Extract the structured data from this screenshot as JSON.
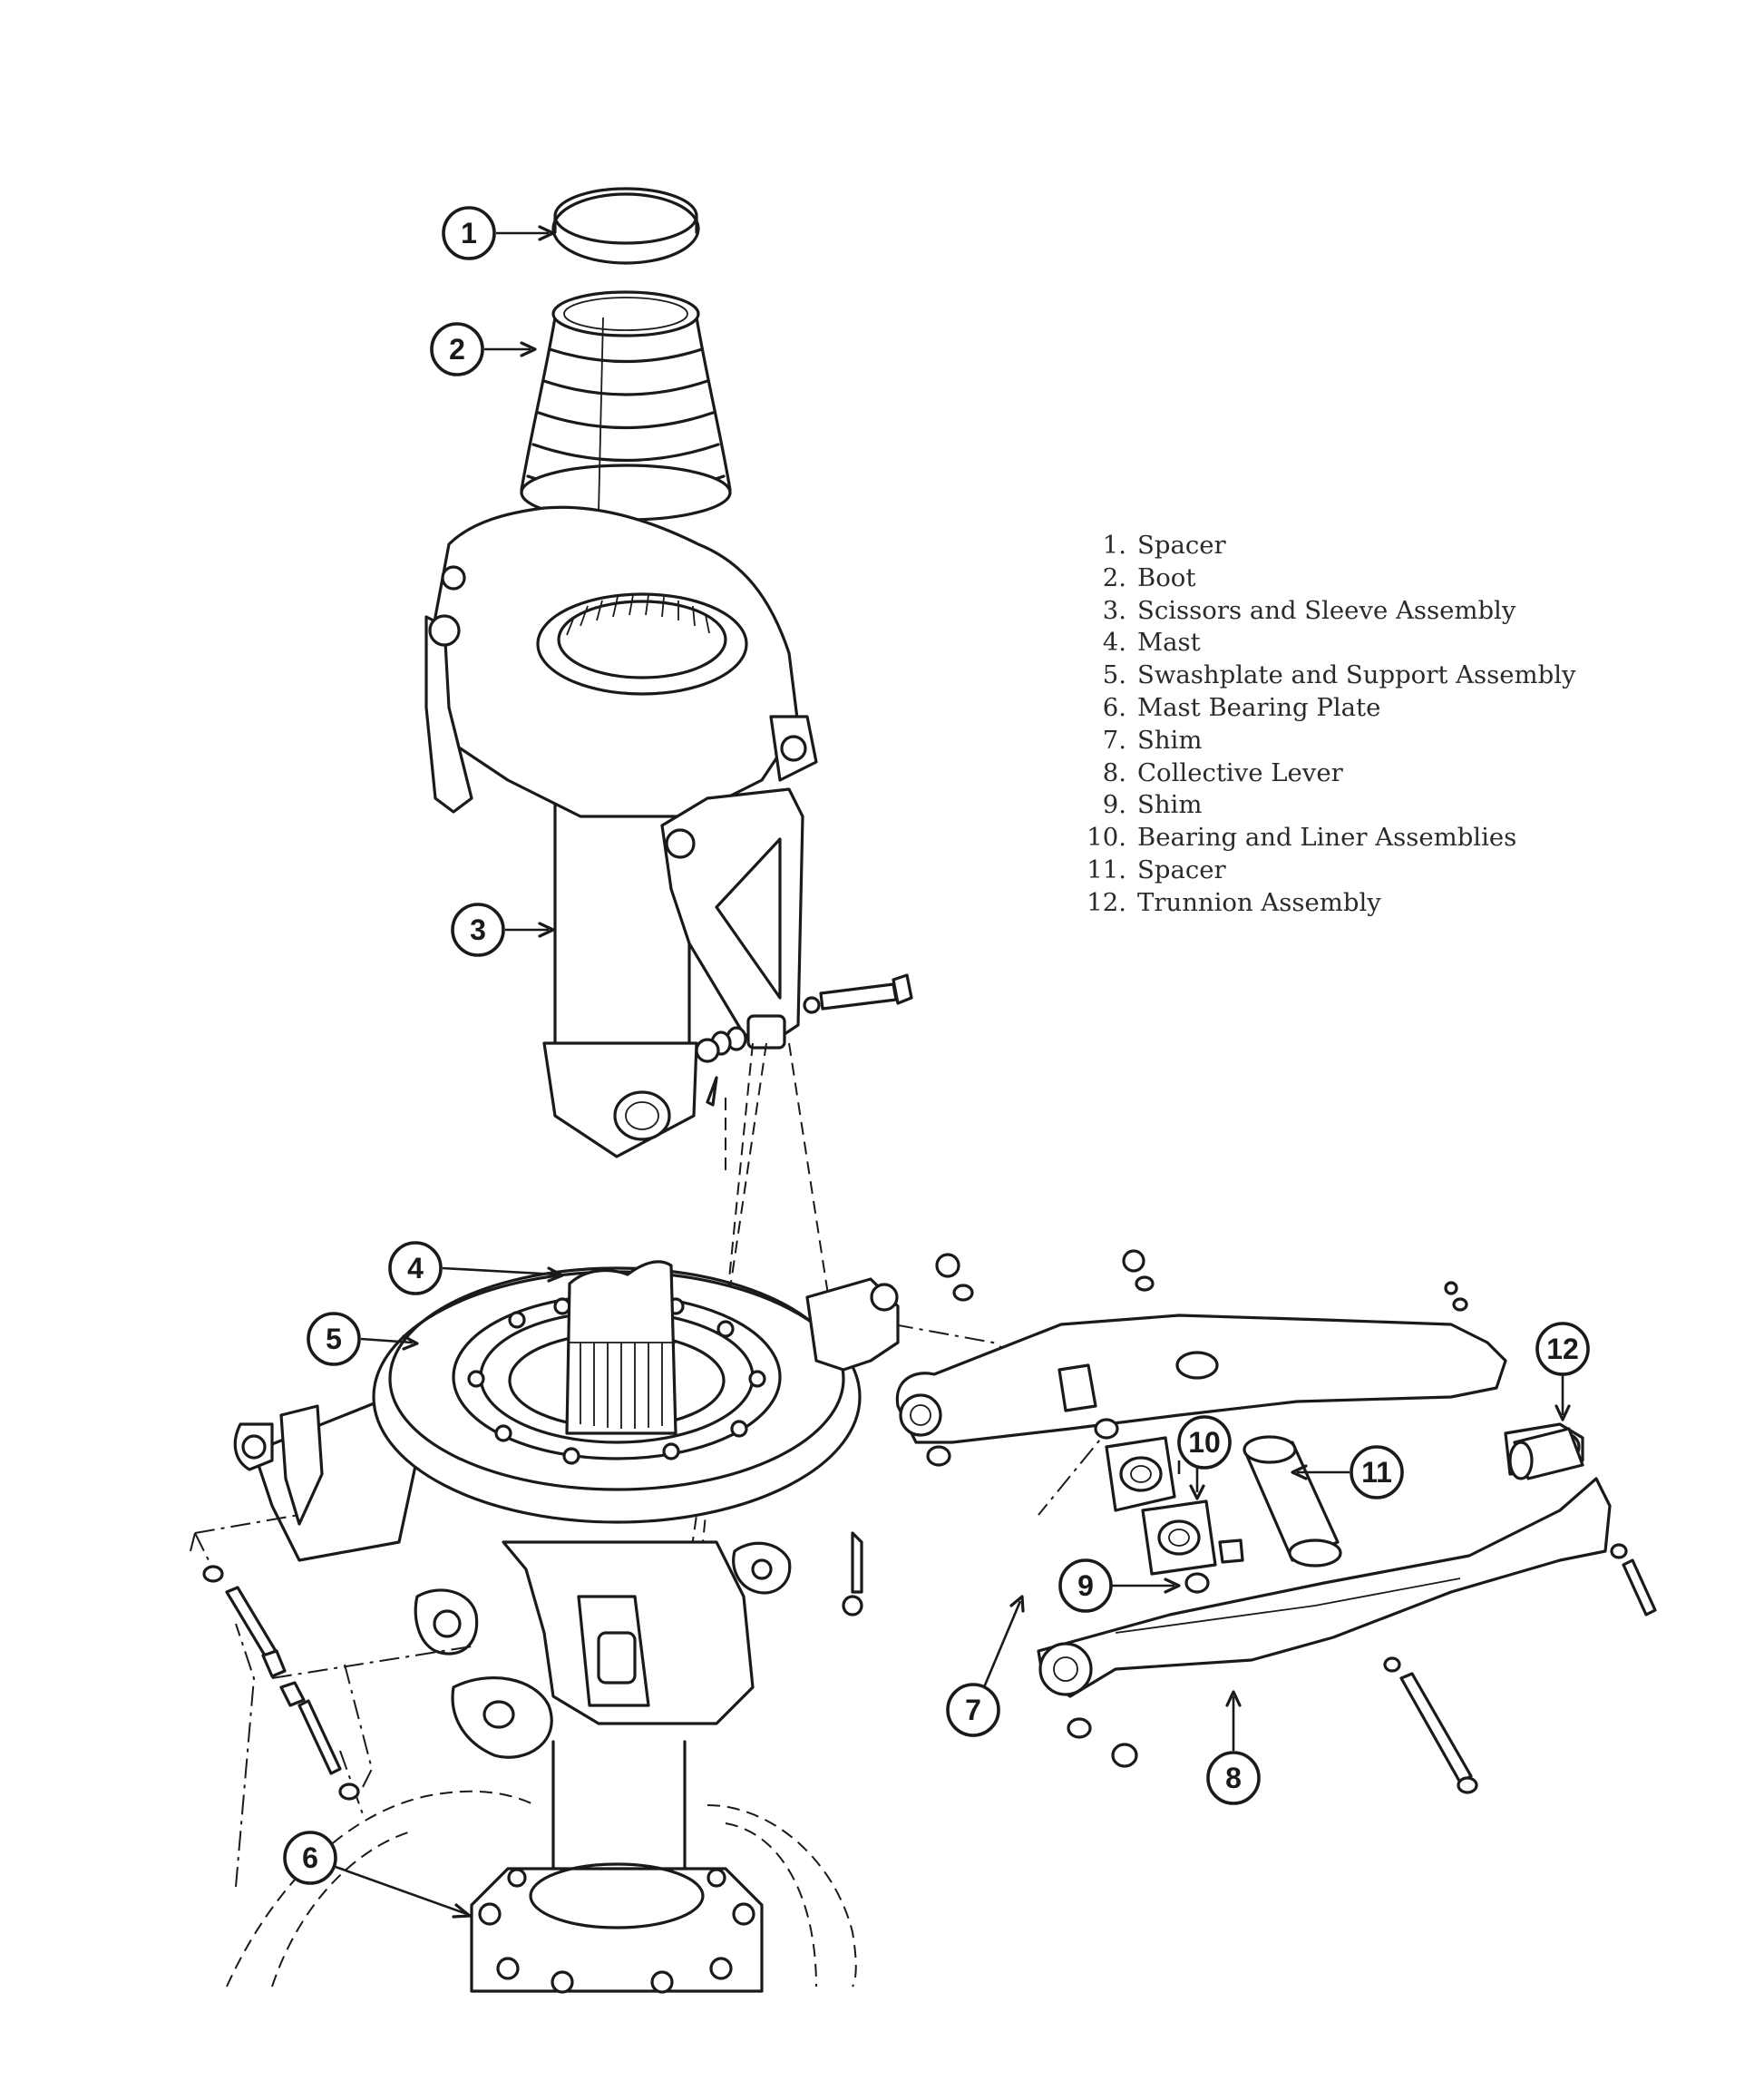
{
  "callouts": [
    {
      "label": "1"
    },
    {
      "label": "2"
    },
    {
      "label": "3"
    },
    {
      "label": "4"
    },
    {
      "label": "5"
    },
    {
      "label": "6"
    },
    {
      "label": "7"
    },
    {
      "label": "8"
    },
    {
      "label": "9"
    },
    {
      "label": "10"
    },
    {
      "label": "11"
    },
    {
      "label": "12"
    }
  ],
  "legend": [
    {
      "num": "1.",
      "text": "Spacer"
    },
    {
      "num": "2.",
      "text": "Boot"
    },
    {
      "num": "3.",
      "text": "Scissors and Sleeve Assembly"
    },
    {
      "num": "4.",
      "text": "Mast"
    },
    {
      "num": "5.",
      "text": "Swashplate and Support Assembly"
    },
    {
      "num": "6.",
      "text": "Mast Bearing Plate"
    },
    {
      "num": "7.",
      "text": "Shim"
    },
    {
      "num": "8.",
      "text": "Collective Lever"
    },
    {
      "num": "9.",
      "text": "Shim"
    },
    {
      "num": "10.",
      "text": "Bearing and Liner Assemblies"
    },
    {
      "num": "11.",
      "text": "Spacer"
    },
    {
      "num": "12.",
      "text": "Trunnion Assembly"
    }
  ]
}
